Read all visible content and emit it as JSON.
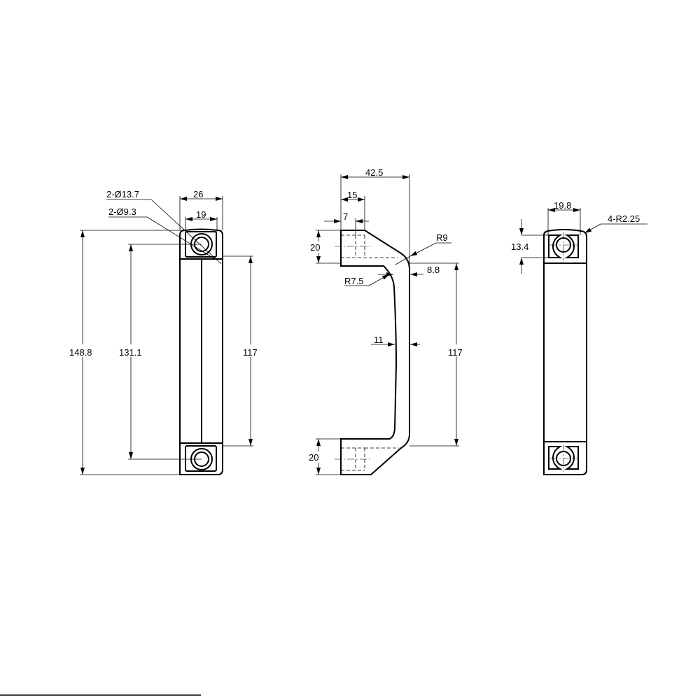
{
  "drawing": {
    "front_view": {
      "hole_outer_label": "2-Ø13.7",
      "hole_inner_label": "2-Ø9.3",
      "width_outer": "26",
      "width_inner": "19",
      "overall_length": "148.8",
      "hole_pitch": "131.1",
      "inner_length": "117"
    },
    "side_view": {
      "depth": "42.5",
      "boss_width": "15",
      "hole_offset": "7",
      "boss_height_top": "20",
      "boss_height_bottom": "20",
      "outer_radius": "R9",
      "inner_radius": "R7.5",
      "grip_thickness_top": "8.8",
      "grip_thickness_mid": "11",
      "grip_length": "117"
    },
    "rear_view": {
      "pocket_width": "19.8",
      "pocket_height": "13.4",
      "corner_radius": "4-R2.25"
    }
  }
}
